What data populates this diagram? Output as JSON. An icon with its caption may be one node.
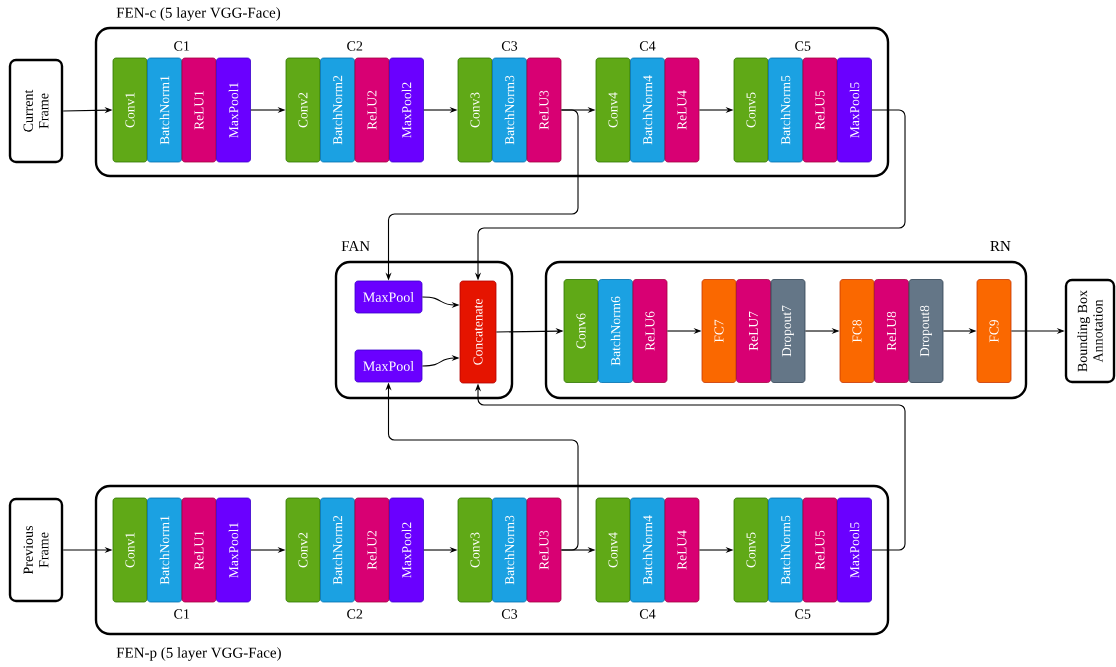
{
  "diagram": {
    "nodes": [
      {
        "text": [
          "Current Frame"
        ]
      },
      {
        "text": [
          "FEN-c (5 layer VGG-Face)"
        ]
      },
      {
        "text": [
          "Conv1"
        ],
        "in": 1
      },
      {
        "text": [
          "BatchNorm1"
        ],
        "in": 1
      },
      {
        "text": [
          "ReLU1"
        ],
        "in": 1
      },
      {
        "text": [
          "MaxPool1"
        ],
        "in": 1
      },
      {
        "text": [
          "Conv2"
        ],
        "in": 1
      },
      {
        "text": [
          "BatchNorm2"
        ],
        "in": 1
      },
      {
        "text": [
          "ReLU2"
        ],
        "in": 1
      },
      {
        "text": [
          "MaxPool2"
        ],
        "in": 1
      },
      {
        "text": [
          "Conv3"
        ],
        "in": 1
      },
      {
        "text": [
          "BatchNorm3"
        ],
        "in": 1
      },
      {
        "text": [
          "ReLU3"
        ],
        "in": 1
      },
      {
        "text": [
          "Conv4"
        ],
        "in": 1
      },
      {
        "text": [
          "BatchNorm4"
        ],
        "in": 1
      },
      {
        "text": [
          "ReLU4"
        ],
        "in": 1
      },
      {
        "text": [
          "Conv5"
        ],
        "in": 1
      },
      {
        "text": [
          "BatchNorm5"
        ],
        "in": 1
      },
      {
        "text": [
          "ReLU5"
        ],
        "in": 1
      },
      {
        "text": [
          "MaxPool5"
        ],
        "in": 1
      },
      {
        "text": [
          "FAN"
        ]
      },
      {
        "text": [
          "MaxPool"
        ],
        "in": 20
      },
      {
        "text": [
          "MaxPool"
        ],
        "in": 20
      },
      {
        "text": [
          "Concatenate"
        ],
        "in": 20
      },
      {
        "text": [
          "RN"
        ]
      },
      {
        "text": [
          "Conv6"
        ],
        "in": 24
      },
      {
        "text": [
          "BatchNorm6"
        ],
        "in": 24
      },
      {
        "text": [
          "ReLU6"
        ],
        "in": 24
      },
      {
        "text": [
          "FC7"
        ],
        "in": 24
      },
      {
        "text": [
          "ReLU7"
        ],
        "in": 24
      },
      {
        "text": [
          "Dropout7"
        ],
        "in": 24
      },
      {
        "text": [
          "FC8"
        ],
        "in": 24
      },
      {
        "text": [
          "ReLU8"
        ],
        "in": 24
      },
      {
        "text": [
          "Dropout8"
        ],
        "in": 24
      },
      {
        "text": [
          "FC9"
        ],
        "in": 24
      },
      {
        "text": [
          "Bounding Box Annotation"
        ]
      },
      {
        "text": [
          "Previous Frame"
        ]
      },
      {
        "text": [
          "FEN-p (5 layer VGG-Face)"
        ]
      },
      {
        "text": [
          "Conv1"
        ],
        "in": 37
      },
      {
        "text": [
          "BatchNorm1"
        ],
        "in": 37
      },
      {
        "text": [
          "ReLU1"
        ],
        "in": 37
      },
      {
        "text": [
          "MaxPool1"
        ],
        "in": 37
      },
      {
        "text": [
          "Conv2"
        ],
        "in": 37
      },
      {
        "text": [
          "BatchNorm2"
        ],
        "in": 37
      },
      {
        "text": [
          "ReLU2"
        ],
        "in": 37
      },
      {
        "text": [
          "MaxPool2"
        ],
        "in": 37
      },
      {
        "text": [
          "Conv3"
        ],
        "in": 37
      },
      {
        "text": [
          "BatchNorm3"
        ],
        "in": 37
      },
      {
        "text": [
          "ReLU3"
        ],
        "in": 37
      },
      {
        "text": [
          "Conv4"
        ],
        "in": 37
      },
      {
        "text": [
          "BatchNorm4"
        ],
        "in": 37
      },
      {
        "text": [
          "ReLU4"
        ],
        "in": 37
      },
      {
        "text": [
          "Conv5"
        ],
        "in": 37
      },
      {
        "text": [
          "BatchNorm5"
        ],
        "in": 37
      },
      {
        "text": [
          "ReLU5"
        ],
        "in": 37
      },
      {
        "text": [
          "MaxPool5"
        ],
        "in": 37
      }
    ],
    "edges": [
      {
        "from": 0,
        "to": 2,
        "arrow": "to"
      },
      {
        "from": 5,
        "to": 6,
        "arrow": "to"
      },
      {
        "from": 9,
        "to": 10,
        "arrow": "to"
      },
      {
        "from": 12,
        "to": 13,
        "arrow": "to"
      },
      {
        "from": 15,
        "to": 16,
        "arrow": "to"
      },
      {
        "from": 12,
        "to": 21,
        "arrow": "to"
      },
      {
        "from": 19,
        "to": 23,
        "arrow": "to"
      },
      {
        "from": 21,
        "to": 23,
        "arrow": "to"
      },
      {
        "from": 22,
        "to": 23,
        "arrow": "to"
      },
      {
        "from": 23,
        "to": 25,
        "arrow": "to"
      },
      {
        "from": 27,
        "to": 28,
        "arrow": "to"
      },
      {
        "from": 30,
        "to": 31,
        "arrow": "to"
      },
      {
        "from": 33,
        "to": 34,
        "arrow": "to"
      },
      {
        "from": 34,
        "to": 35,
        "arrow": "to"
      },
      {
        "from": 36,
        "to": 38,
        "arrow": "to"
      },
      {
        "from": 41,
        "to": 42,
        "arrow": "to"
      },
      {
        "from": 45,
        "to": 46,
        "arrow": "to"
      },
      {
        "from": 48,
        "to": 49,
        "arrow": "to"
      },
      {
        "from": 51,
        "to": 52,
        "arrow": "to"
      },
      {
        "from": 48,
        "to": 22,
        "arrow": "to"
      },
      {
        "from": 55,
        "to": 23,
        "arrow": "to"
      }
    ],
    "labels": [
      "C1",
      "C2",
      "C3",
      "C4",
      "C5",
      "C1",
      "C2",
      "C3",
      "C4",
      "C5"
    ]
  }
}
